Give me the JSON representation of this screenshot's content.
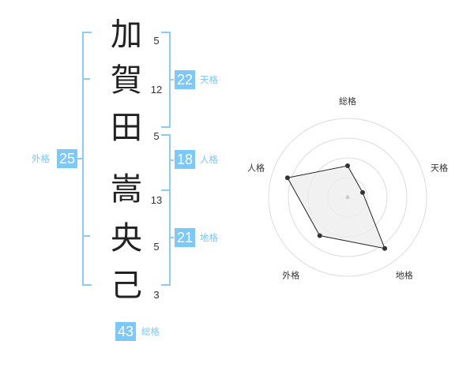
{
  "name": {
    "characters": [
      {
        "char": "加",
        "strokes": 5
      },
      {
        "char": "賀",
        "strokes": 12
      },
      {
        "char": "田",
        "strokes": 5
      },
      {
        "char": "嵩",
        "strokes": 13
      },
      {
        "char": "央",
        "strokes": 5
      },
      {
        "char": "己",
        "strokes": 3
      }
    ]
  },
  "scores": {
    "tenkaku": {
      "value": 22,
      "label": "天格"
    },
    "jinkaku": {
      "value": 18,
      "label": "人格"
    },
    "chikaku": {
      "value": 21,
      "label": "地格"
    },
    "gaikaku": {
      "value": 25,
      "label": "外格"
    },
    "soukaku": {
      "value": 43,
      "label": "総格"
    }
  },
  "colors": {
    "accent": "#7cc8f8",
    "bracket": "#8ccbf4",
    "polygon_fill": "#eeeeee",
    "ring": "#dddddd"
  },
  "chart_data": {
    "type": "radar",
    "axes": [
      "総格",
      "天格",
      "地格",
      "外格",
      "人格"
    ],
    "values": [
      2,
      1,
      4,
      3,
      4
    ],
    "rmax": 5,
    "rings": 4
  }
}
